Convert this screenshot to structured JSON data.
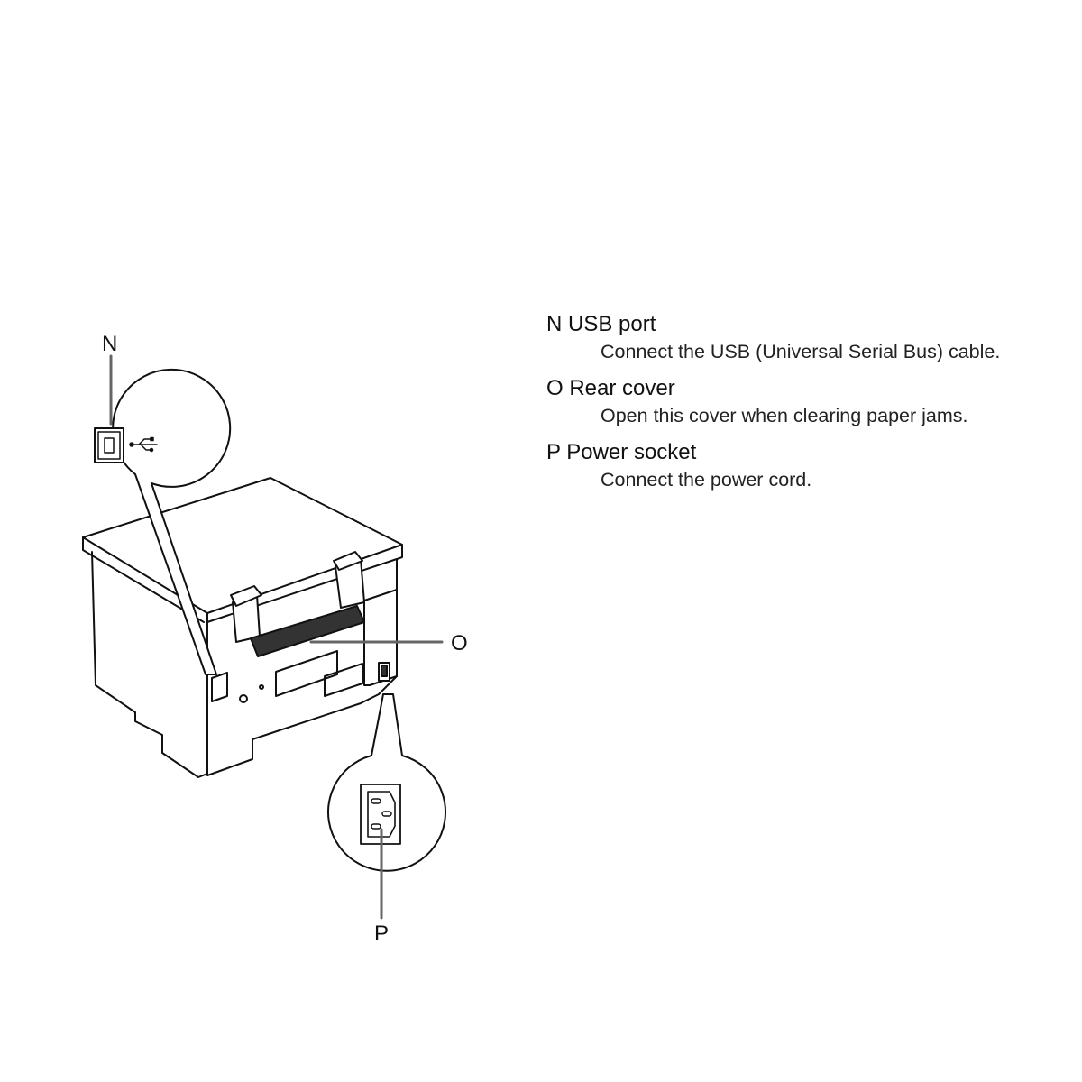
{
  "diagram": {
    "subject": "printer-rear-view",
    "callouts": [
      {
        "letter": "N",
        "target": "usb-port"
      },
      {
        "letter": "O",
        "target": "rear-cover"
      },
      {
        "letter": "P",
        "target": "power-socket"
      }
    ]
  },
  "descriptions": [
    {
      "letter": "N",
      "title": "N USB port",
      "body": "Connect the USB (Universal Serial Bus) cable."
    },
    {
      "letter": "O",
      "title": "O Rear cover",
      "body": "Open this cover when clearing paper jams."
    },
    {
      "letter": "P",
      "title": "P Power socket",
      "body": "Connect the power cord."
    }
  ],
  "icons": {
    "usb": "usb-trident-icon",
    "power": "iec-c14-socket-icon"
  }
}
